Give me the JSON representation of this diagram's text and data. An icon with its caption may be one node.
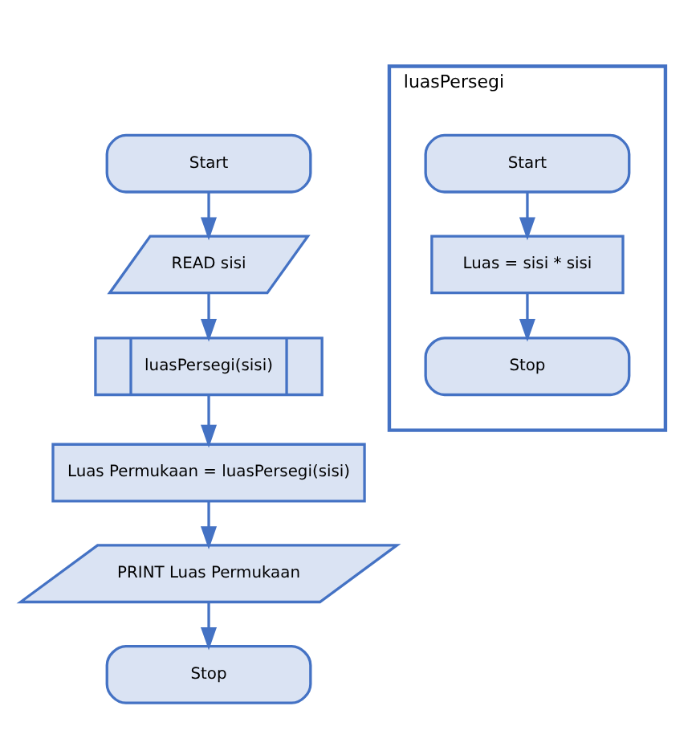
{
  "diagram": {
    "nodes": [
      {
        "text": [
          "Start"
        ]
      },
      {
        "text": [
          "READ sisi"
        ]
      },
      {
        "text": [
          "luasPersegi(sisi)"
        ]
      },
      {
        "text": [
          "Luas Permukaan = luasPersegi(sisi)"
        ]
      },
      {
        "text": [
          "PRINT Luas Permukaan"
        ]
      },
      {
        "text": [
          "Stop"
        ]
      },
      {
        "text": [
          "luasPersegi"
        ]
      },
      {
        "text": [
          "Start"
        ],
        "in": 6
      },
      {
        "text": [
          "Luas = sisi * sisi"
        ],
        "in": 6
      },
      {
        "text": [
          "Stop"
        ],
        "in": 6
      }
    ],
    "edges": [
      {
        "from": 0,
        "to": 1,
        "arrow": "to"
      },
      {
        "from": 1,
        "to": 2,
        "arrow": "to"
      },
      {
        "from": 2,
        "to": 3,
        "arrow": "to"
      },
      {
        "from": 3,
        "to": 4,
        "arrow": "to"
      },
      {
        "from": 4,
        "to": 5,
        "arrow": "to"
      },
      {
        "from": 7,
        "to": 8,
        "arrow": "to"
      },
      {
        "from": 8,
        "to": 9,
        "arrow": "to"
      }
    ]
  }
}
